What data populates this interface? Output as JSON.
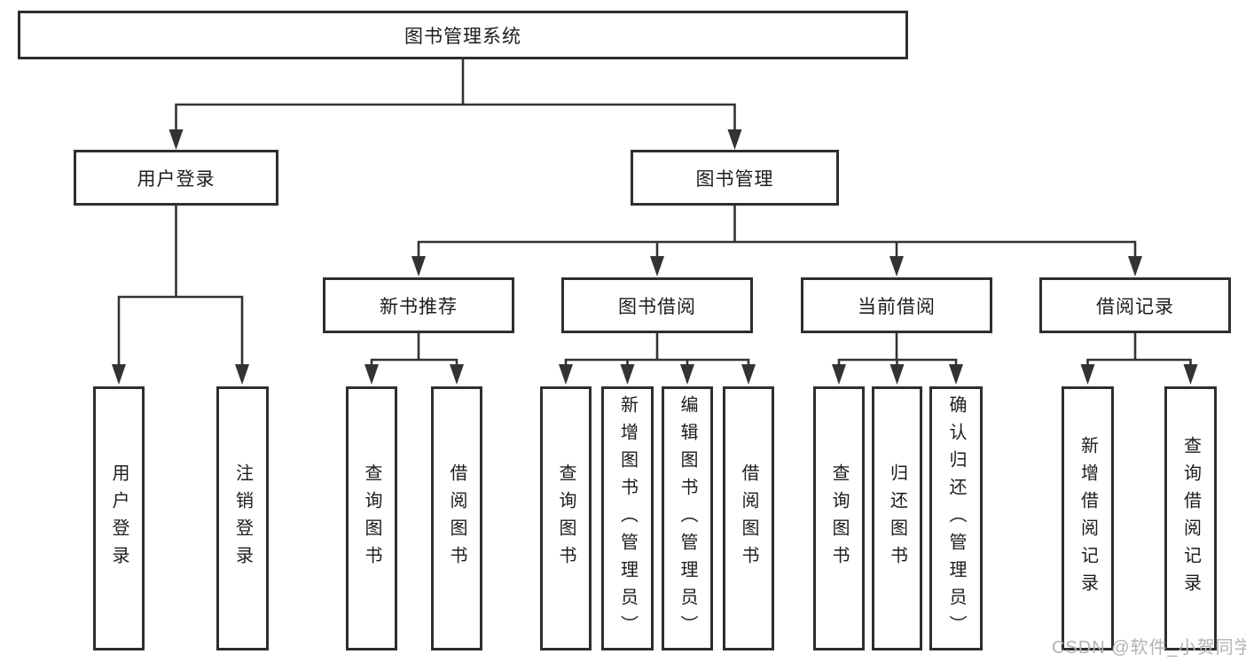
{
  "diagram_type": "tree",
  "colors": {
    "bg": "#ffffff",
    "line": "#333333",
    "border": "#2e2e2e",
    "text": "#1c1c1c",
    "watermark": "#b3b3b3"
  },
  "tree": {
    "root": "图书管理系统",
    "branches": [
      {
        "label": "用户登录",
        "children": [
          "用户登录",
          "注销登录"
        ]
      },
      {
        "label": "图书管理",
        "groups": [
          {
            "label": "新书推荐",
            "children": [
              "查询图书",
              "借阅图书"
            ]
          },
          {
            "label": "图书借阅",
            "children": [
              "查询图书",
              "新增图书（管理员）",
              "编辑图书（管理员）",
              "借阅图书"
            ]
          },
          {
            "label": "当前借阅",
            "children": [
              "查询图书",
              "归还图书",
              "确认归还（管理员）"
            ]
          },
          {
            "label": "借阅记录",
            "children": [
              "新增借阅记录",
              "查询借阅记录"
            ]
          }
        ]
      }
    ]
  },
  "watermark": {
    "text": "CSDN @软件_小贺同学"
  }
}
